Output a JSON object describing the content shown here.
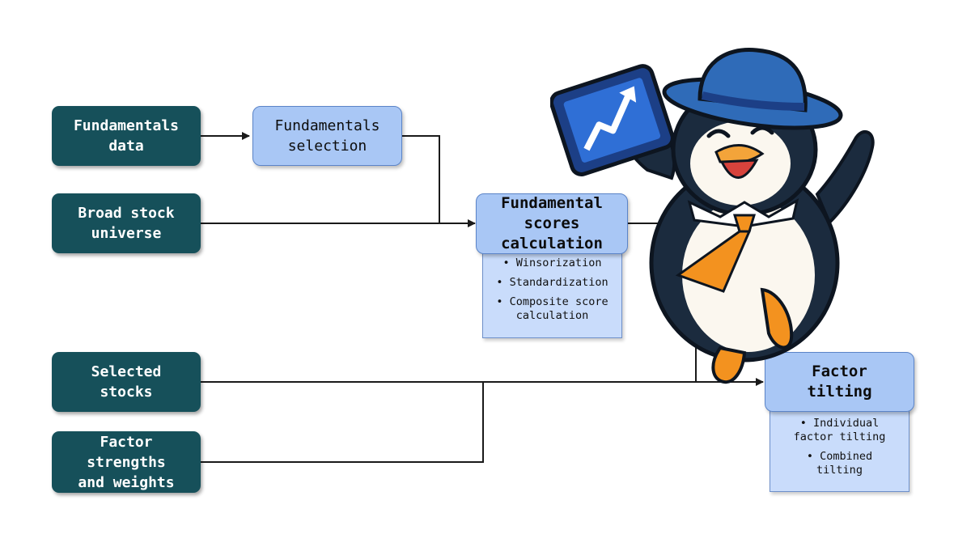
{
  "inputs": {
    "fundamentals_data": "Fundamentals\ndata",
    "broad_stock_universe": "Broad stock\nuniverse",
    "selected_stocks": "Selected\nstocks",
    "factor_strengths_weights": "Factor\nstrengths\nand weights"
  },
  "processes": {
    "fundamentals_selection": "Fundamentals\nselection",
    "fundamental_scores": {
      "title": "Fundamental\nscores\ncalculation",
      "steps": [
        "• Winsorization",
        "• Standardization",
        "• Composite score\n  calculation"
      ]
    },
    "factor_tilting": {
      "title": "Factor\ntilting",
      "steps": [
        "• Individual\nfactor tilting",
        "• Combined\n  tilting"
      ]
    }
  },
  "mascot": {
    "icon": "penguin-mascot-icon"
  },
  "colors": {
    "input_fill": "#16505a",
    "process_fill": "#a9c7f5",
    "detail_fill": "#c9dcfb",
    "penguin_hat": "#2f6bb8",
    "penguin_tie": "#f3921f"
  }
}
